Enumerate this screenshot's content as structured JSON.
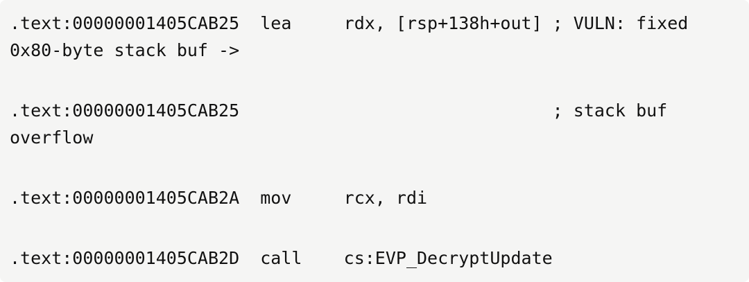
{
  "code_block": {
    "language": "assembly-disassembly",
    "background_color": "#f5f5f4",
    "text_color": "#111111",
    "paragraphs": [
      {
        "lines": [
          ".text:00000001405CAB25  lea     rdx, [rsp+138h+out] ; VULN: fixed",
          "0x80-byte stack buf ->"
        ]
      },
      {
        "lines": [
          ".text:00000001405CAB25                              ; stack buf",
          "overflow"
        ]
      },
      {
        "lines": [
          ".text:00000001405CAB2A  mov     rcx, rdi"
        ]
      },
      {
        "lines": [
          ".text:00000001405CAB2D  call    cs:EVP_DecryptUpdate"
        ]
      }
    ]
  }
}
